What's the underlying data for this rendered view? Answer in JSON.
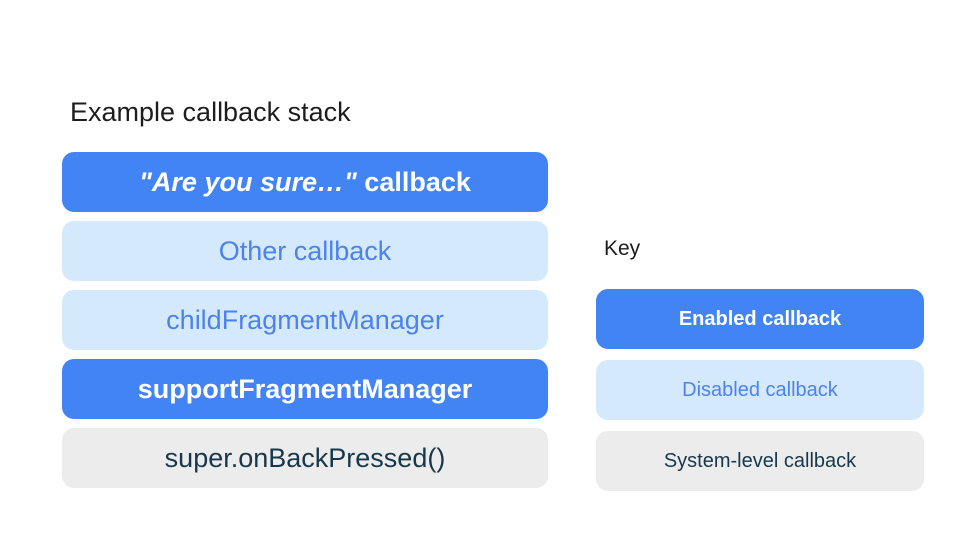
{
  "stack_section": {
    "title": "Example callback stack",
    "items": [
      {
        "label_italic": "\"Are you sure…\"",
        "label_rest": " callback",
        "type": "enabled"
      },
      {
        "label": "Other callback",
        "type": "disabled"
      },
      {
        "label": "childFragmentManager",
        "type": "disabled"
      },
      {
        "label": "supportFragmentManager",
        "type": "enabled"
      },
      {
        "label": "super.onBackPressed()",
        "type": "system"
      }
    ]
  },
  "key_section": {
    "title": "Key",
    "items": [
      {
        "label": "Enabled callback",
        "type": "enabled"
      },
      {
        "label": "Disabled callback",
        "type": "disabled"
      },
      {
        "label": "System-level callback",
        "type": "system"
      }
    ]
  },
  "colors": {
    "enabled_bg": "#4284f4",
    "enabled_text": "#ffffff",
    "disabled_bg": "#d4eafc",
    "disabled_text": "#4c82ee",
    "system_bg": "#ececec",
    "system_text": "#17384c",
    "heading_text": "#1d1d1d"
  }
}
